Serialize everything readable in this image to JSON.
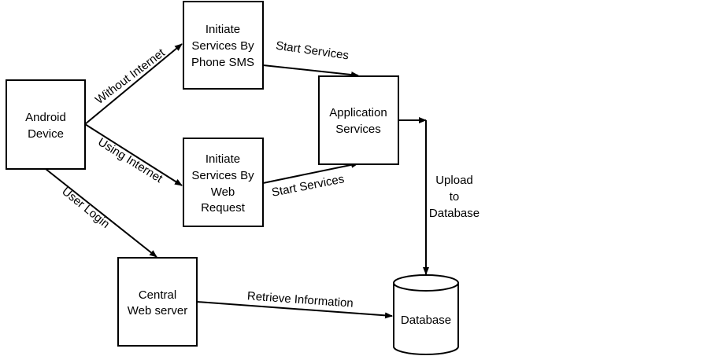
{
  "nodes": {
    "android": {
      "lines": [
        "Android",
        "Device"
      ]
    },
    "sms": {
      "lines": [
        "Initiate",
        "Services By",
        "Phone SMS"
      ]
    },
    "web": {
      "lines": [
        "Initiate",
        "Services By",
        "Web",
        "Request"
      ]
    },
    "app": {
      "lines": [
        "Application",
        "Services"
      ]
    },
    "central": {
      "lines": [
        "Central",
        "Web server"
      ]
    },
    "database": {
      "lines": [
        "Database"
      ]
    }
  },
  "edges": {
    "without_internet": "Without Internet",
    "using_internet": "Using Internet",
    "user_login": "User Login",
    "start_services_top": "Start Services",
    "start_services_bottom": "Start Services",
    "upload": [
      "Upload",
      "to",
      "Database"
    ],
    "retrieve": "Retrieve Information"
  },
  "colors": {
    "stroke": "#000000",
    "fill": "#ffffff",
    "text": "#000000"
  }
}
